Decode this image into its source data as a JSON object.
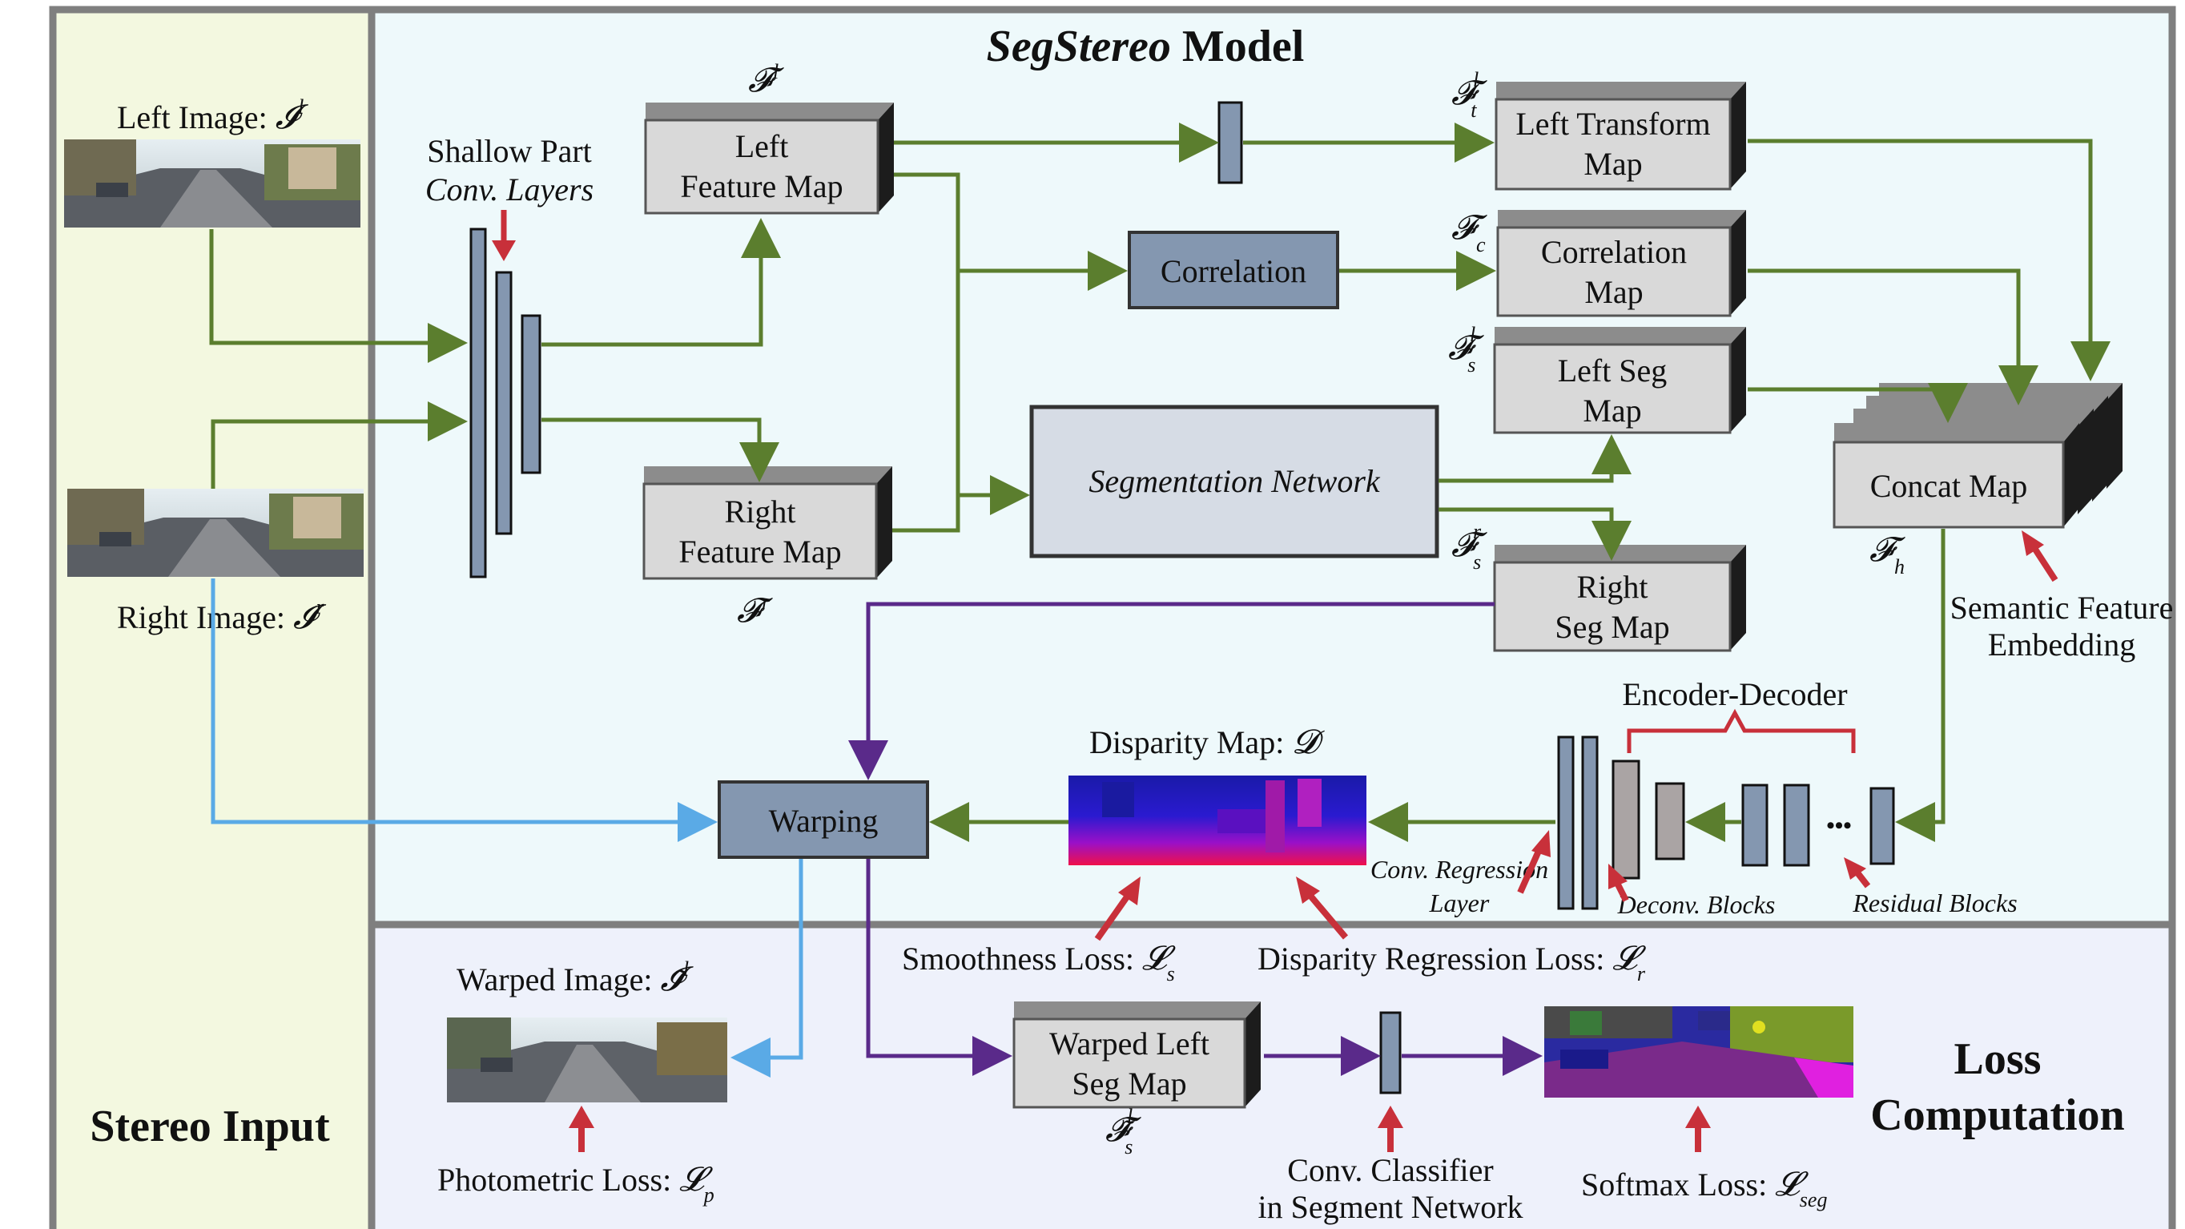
{
  "panels": {
    "stereo_input_title": "Stereo Input",
    "model_title_italic": "SegStereo",
    "model_title_rest": " Model",
    "loss_title_line1": "Loss",
    "loss_title_line2": "Computation"
  },
  "inputs": {
    "left_image_label": "Left Image: ",
    "left_image_sym": "𝓘",
    "left_image_sup": "l",
    "right_image_label": "Right Image: ",
    "right_image_sym": "𝓘",
    "right_image_sup": "r"
  },
  "shallow": {
    "line1": "Shallow Part",
    "line2": "Conv. Layers"
  },
  "feature_maps": {
    "left_line1": "Left",
    "left_line2": "Feature Map",
    "left_sym": "𝓕",
    "left_sup": "l",
    "right_line1": "Right",
    "right_line2": "Feature Map",
    "right_sym": "𝓕",
    "right_sup": "r"
  },
  "correlation": "Correlation",
  "segmentation_network": "Segmentation Network",
  "maps": {
    "left_transform_line1": "Left Transform",
    "left_transform_line2": "Map",
    "left_transform_sym": "𝓕",
    "left_transform_sup": "l",
    "left_transform_sub": "t",
    "correlation_line1": "Correlation",
    "correlation_line2": "Map",
    "correlation_sym": "𝓕",
    "correlation_sub": "c",
    "left_seg_line1": "Left Seg",
    "left_seg_line2": "Map",
    "left_seg_sym": "𝓕",
    "left_seg_sup": "l",
    "left_seg_sub": "s",
    "right_seg_line1": "Right",
    "right_seg_line2": "Seg Map",
    "right_seg_sym": "𝓕",
    "right_seg_sup": "r",
    "right_seg_sub": "s",
    "concat": "Concat Map",
    "concat_sym": "𝓕",
    "concat_sub": "h"
  },
  "semantic_embedding": {
    "line1": "Semantic Feature",
    "line2": "Embedding"
  },
  "encoder_decoder": "Encoder-Decoder",
  "dots": "•••",
  "conv_regression": {
    "line1": "Conv. Regression",
    "line2": "Layer"
  },
  "deconv_blocks": "Deconv. Blocks",
  "residual_blocks": "Residual Blocks",
  "disparity": {
    "label": "Disparity Map: ",
    "sym": "𝓓"
  },
  "warping": "Warping",
  "losses": {
    "smoothness_label": "Smoothness Loss: ",
    "smoothness_sym": "𝓛",
    "smoothness_sub": "s",
    "disparity_label": "Disparity Regression Loss: ",
    "disparity_sym": "𝓛",
    "disparity_sub": "r",
    "photometric_label": "Photometric Loss: ",
    "photometric_sym": "𝓛",
    "photometric_sub": "p",
    "softmax_label": "Softmax Loss: ",
    "softmax_sym": "𝓛",
    "softmax_sub": "seg"
  },
  "warped": {
    "image_label": "Warped Image: ",
    "image_sym": "𝓘̃",
    "image_sup": "l",
    "seg_line1": "Warped Left",
    "seg_line2": "Seg Map",
    "seg_sym": "𝓕̃",
    "seg_sup": "l",
    "seg_sub": "s"
  },
  "conv_classifier": {
    "line1": "Conv. Classifier",
    "line2": "in Segment Network"
  },
  "colors": {
    "input_bg": "#f3f8e0",
    "model_bg": "#eef9fb",
    "loss_bg": "#eef1fb",
    "panel_border": "#7f7f7f",
    "green_arrow": "#5b7e2e",
    "blue_arrow": "#5aaae6",
    "purple_arrow": "#5a2a8a",
    "red_arrow": "#c8303a",
    "box_fill": "#d9d9d9",
    "blue_box": "#8497b0",
    "block_fill": "#8497b0"
  }
}
